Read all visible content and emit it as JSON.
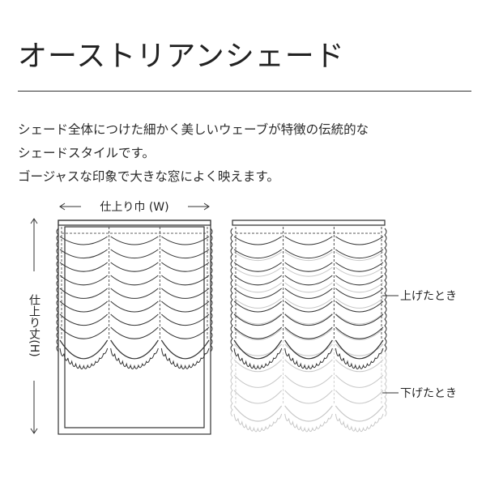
{
  "page": {
    "title": "オーストリアンシェード",
    "description": [
      "シェード全体につけた細かく美しいウェーブが特徴の伝統的な",
      "シェードスタイルです。",
      "ゴージャスな印象で大きな窓によく映えます。"
    ]
  },
  "diagram": {
    "width_label": "仕上り巾 (W)",
    "height_label": "仕上り丈(H)",
    "raised_label": "上げたとき",
    "lowered_label": "下げたとき",
    "colors": {
      "line": "#333333",
      "faded": "#c8c8c8"
    }
  }
}
